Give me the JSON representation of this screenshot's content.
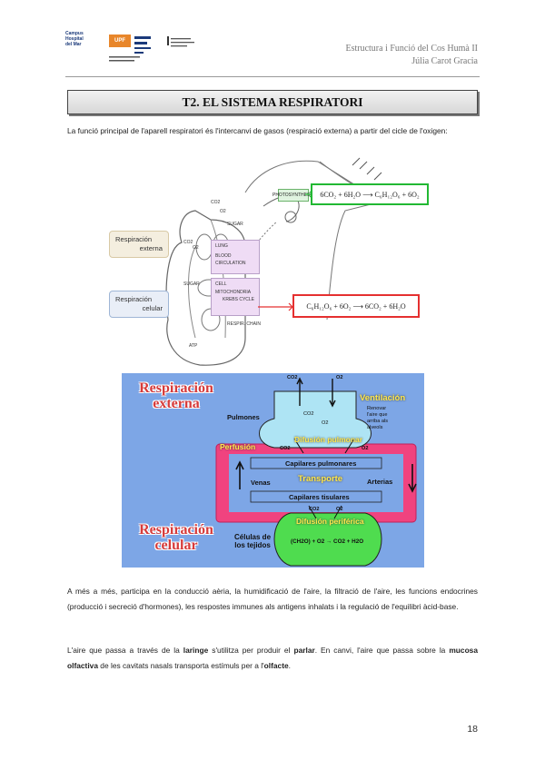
{
  "header": {
    "logo1_line1": "Campus",
    "logo1_line2": "Hospital",
    "logo1_line3": "del Mar",
    "logo2_text": "UPF",
    "course": "Estructura i Funció del Cos Humà II",
    "author": "Júlia Carot Gracia"
  },
  "title": "T2. EL SISTEMA RESPIRATORI",
  "intro": "La funció principal de l'aparell respiratori és l'intercanvi de gasos (respiració externa) a partir del cicle de l'oxigen:",
  "figure1": {
    "resp_ext_line1": "Respiración",
    "resp_ext_line2": "externa",
    "resp_cel_line1": "Respiración",
    "resp_cel_line2": "celular",
    "photosynthesis": "PHOTOSYNTHESIS",
    "sugar_top": "SUGAR",
    "sugar_mid": "SUGAR",
    "lung": "LUNG",
    "blood": "BLOOD",
    "circulation": "CIRCULATION",
    "cell": "CELL",
    "mitochondria": "MITOCHONDRIA",
    "krebs": "KREBS CYCLE",
    "resp_chain": "RESPIR. CHAIN",
    "co2_a": "CO2",
    "o2_a": "O2",
    "co2_b": "CO2",
    "o2_b": "O2",
    "atp": "ATP",
    "eq_photo": "6CO₂ + 6H₂O ⟶ C₆H₁₂O₆ + 6O₂",
    "eq_resp": "C₆H₁₂O₆ + 6O₂ ⟶ 6CO₂ + 6H₂O",
    "colors": {
      "green_box": "#22b833",
      "red_box": "#e53030",
      "lung_box": "#efdcf5"
    }
  },
  "figure2": {
    "resp_ext_line1": "Respiración",
    "resp_ext_line2": "externa",
    "resp_cel_line1": "Respiración",
    "resp_cel_line2": "celular",
    "co2_top": "CO2",
    "o2_top": "O2",
    "co2_lung": "CO2",
    "o2_lung": "O2",
    "pulmones": "Pulmones",
    "ventilacion": "Ventilación",
    "renovar_1": "Renovar",
    "renovar_2": "l'aire que",
    "renovar_3": "arriba als",
    "renovar_4": "alveols",
    "perfusion": "Perfusión",
    "difusion_pulmonar": "Difusión pulmonar",
    "co2_dp": "CO2",
    "o2_dp": "O2",
    "capilares_pulmonares": "Capilares pulmonares",
    "venas": "Venas",
    "transporte": "Transporte",
    "arterias": "Arterias",
    "capilares_tisulares": "Capilares tisulares",
    "co2_dperif": "CO2",
    "o2_dperif": "O2",
    "difusion_periferica": "Difusión periférica",
    "celulas_1": "Células de",
    "celulas_2": "los tejidos",
    "reaction": "(CH2O) + O2 → CO2 + H2O",
    "colors": {
      "background": "#7da6e6",
      "lung": "#aee4f4",
      "circuit": "#f0437f",
      "tissue": "#4fdc4f"
    }
  },
  "para2": {
    "text": "A més a més, participa en la conducció aèria, la humidificació de l'aire, la filtració de l'aire, les funcions endocrines (producció i secreció d'hormones), les respostes immunes als antigens inhalats i la regulació de l'equilibri àcid-base."
  },
  "para3": {
    "part1": "L'aire que passa a través de la ",
    "bold1": "laringe",
    "part2": " s'utilitza per produir el ",
    "bold2": "parlar",
    "part3": ". En canvi, l'aire que passa sobre la ",
    "bold3": "mucosa olfactiva",
    "part4": " de les cavitats nasals transporta estímuls per a l'",
    "bold4": "olfacte",
    "part5": "."
  },
  "page_number": "18"
}
